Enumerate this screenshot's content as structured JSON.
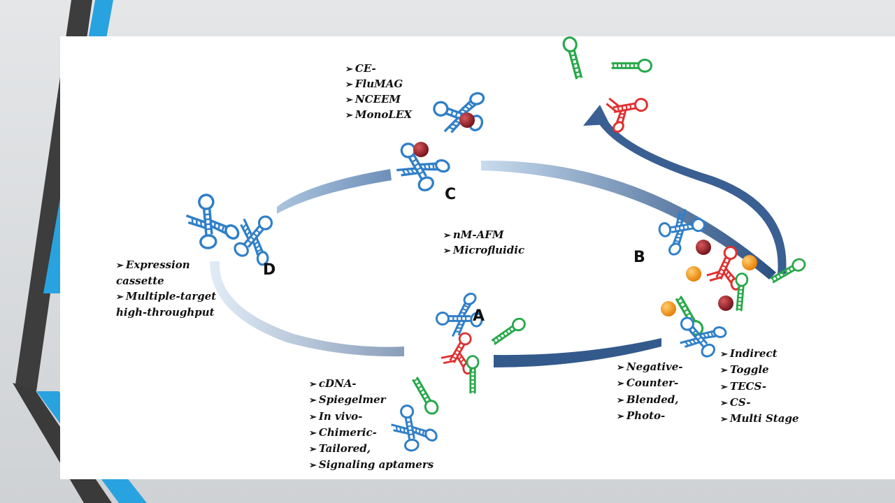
{
  "stages": {
    "A": {
      "letter": "A",
      "items": [
        "cDNA-",
        "Spiegelmer",
        "In  vivo-",
        "Chimeric-",
        "Tailored,",
        "Signaling aptamers"
      ]
    },
    "B": {
      "letter": "B",
      "items_left": [
        "Negative-",
        "Counter-",
        "Blended,",
        "Photo-"
      ],
      "items_right": [
        "Indirect",
        "Toggle",
        "TECS-",
        "CS-",
        "Multi Stage"
      ]
    },
    "C": {
      "letter": "C",
      "items": [
        "CE-",
        "FluMAG",
        "NCEEM",
        "MonoLEX"
      ]
    },
    "D": {
      "letter": "D",
      "items": [
        {
          "line1": "Expression",
          "line2": "cassette"
        },
        {
          "line1": "Multiple-target",
          "line2": "high-throughput"
        }
      ]
    },
    "center": {
      "items": [
        "nM-AFM",
        "Microfluidic"
      ]
    }
  },
  "bullet_symbol": "➢",
  "colors": {
    "blue": "#2f7fc8",
    "red": "#e03030",
    "green": "#27a84a",
    "arrow": "#3a5f92",
    "arc_light": "#c6dcee",
    "target": "#8e1c22",
    "orange": "#f39a1a"
  }
}
